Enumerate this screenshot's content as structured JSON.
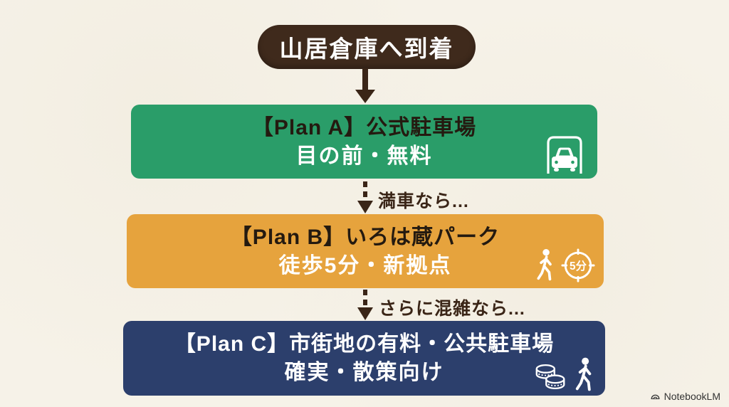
{
  "start": {
    "label": "山居倉庫へ到着"
  },
  "plans": [
    {
      "title": "【Plan A】公式駐車場",
      "subtitle": "目の前・無料",
      "icons": [
        "car-in-garage-icon"
      ],
      "color": "#2a9d69"
    },
    {
      "title": "【Plan B】いろは蔵パーク",
      "subtitle": "徒歩5分・新拠点",
      "icons": [
        "walking-person-icon",
        "stopwatch-icon"
      ],
      "clock_text": "5分",
      "color": "#e6a33d"
    },
    {
      "title": "【Plan C】市街地の有料・公共駐車場",
      "subtitle": "確実・散策向け",
      "icons": [
        "coins-icon",
        "walking-person-icon"
      ],
      "color": "#2c3f6c"
    }
  ],
  "connectors": [
    {
      "label": "満車なら..."
    },
    {
      "label": "さらに混雑なら..."
    }
  ],
  "watermark": {
    "label": "NotebookLM"
  },
  "colors": {
    "background": "#f6f2e8",
    "start_node": "#3f2a1c",
    "plan_a": "#2a9d69",
    "plan_b": "#e6a33d",
    "plan_c": "#2c3f6c",
    "arrow_and_labels": "#3a2517",
    "title_dark": "#241a10",
    "text_white": "#ffffff"
  }
}
